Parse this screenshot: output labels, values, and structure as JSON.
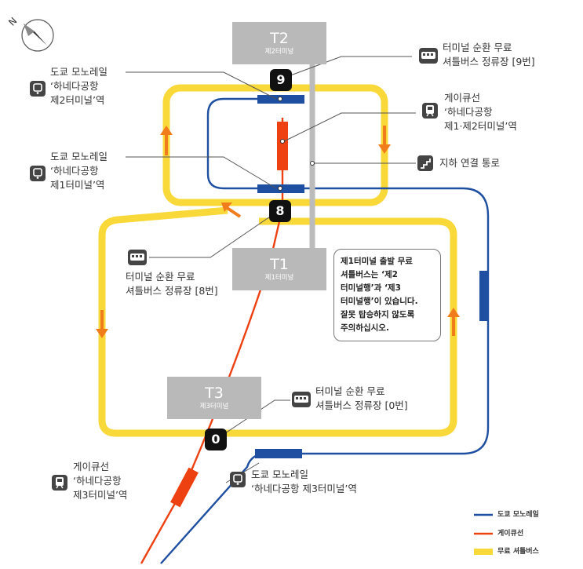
{
  "terminals": {
    "t2": {
      "code": "T2",
      "name": "제2터미널"
    },
    "t1": {
      "code": "T1",
      "name": "제1터미널"
    },
    "t3": {
      "code": "T3",
      "name": "제3터미널"
    }
  },
  "stops": {
    "stop9": "9",
    "stop8": "8",
    "stop0": "0"
  },
  "labels": {
    "mono_t2": "도쿄 모노레일\n‘하네다공항\n제2터미널’역",
    "mono_t1": "도쿄 모노레일\n‘하네다공항\n제1터미널’역",
    "mono_t3": "도쿄 모노레일\n‘하네다공항  제3터미널’역",
    "bus_9": "터미널 순환 무료\n셔틀버스 정류장 [9번]",
    "bus_8": "터미널 순환 무료\n셔틀버스 정류장 [8번]",
    "bus_0": "터미널 순환 무료\n셔틀버스 정류장 [0번]",
    "keikyu_t12": "게이큐선\n‘하네다공항\n제1·제2터미널’역",
    "keikyu_t3": "게이큐선\n‘하네다공항\n제3터미널’역",
    "underpass": "지하 연결 통로"
  },
  "notice": "제1터미널 출발 무료\n셔틀버스는 ‘제2\n터미널행’과 ‘제3\n터미널행’이 있습니다.\n잘못 탑승하지 않도록\n주의하십시오.",
  "legend": [
    {
      "label": "도쿄 모노레일",
      "color": "#1e4fa0"
    },
    {
      "label": "게이큐선",
      "color": "#ee4112"
    },
    {
      "label": "무료 셔틀버스",
      "color": "#f9d83a"
    }
  ],
  "icons": {
    "monorail": "monorail-icon",
    "keikyu": "train-icon",
    "bus": "bus-icon",
    "underpass": "stairs-icon",
    "compass": "north-compass-icon"
  },
  "colors": {
    "monorail": "#1e4fa0",
    "keikyu": "#ee4112",
    "shuttle": "#f9d83a",
    "shuttle_arrow": "#f07c1c",
    "terminal": "#b9b9b9",
    "underpass": "#bbbbbb"
  }
}
